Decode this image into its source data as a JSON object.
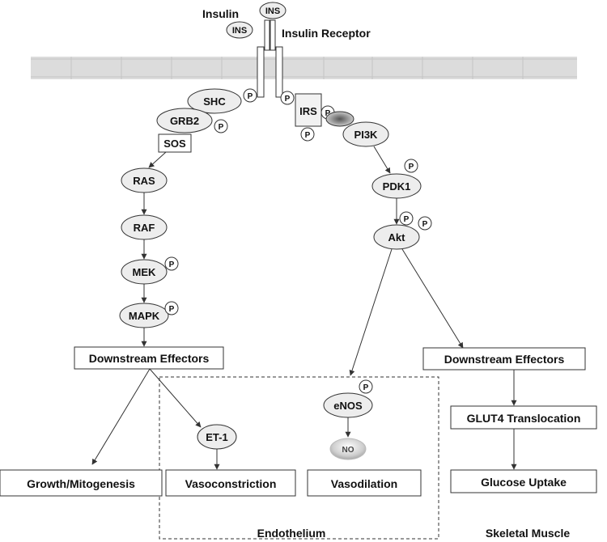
{
  "labels": {
    "insulin": "Insulin",
    "ins": "INS",
    "insulin_receptor": "Insulin Receptor",
    "phospho": "P",
    "shc": "SHC",
    "grb2": "GRB2",
    "sos": "SOS",
    "ras": "RAS",
    "raf": "RAF",
    "mek": "MEK",
    "mapk": "MAPK",
    "irs": "IRS",
    "pi3k": "PI3K",
    "pdk1": "PDK1",
    "akt": "Akt",
    "downstream_left": "Downstream Effectors",
    "downstream_right": "Downstream Effectors",
    "et1": "ET-1",
    "enos": "eNOS",
    "no": "NO",
    "growth": "Growth/Mitogenesis",
    "vasoconstriction": "Vasoconstriction",
    "vasodilation": "Vasodilation",
    "glut4": "GLUT4 Translocation",
    "glucose_uptake": "Glucose Uptake",
    "endothelium": "Endothelium",
    "skeletal_muscle": "Skeletal Muscle"
  },
  "colors": {
    "node_fill": "#ededed",
    "stroke": "#333333",
    "membrane": "#dcdcdc"
  }
}
